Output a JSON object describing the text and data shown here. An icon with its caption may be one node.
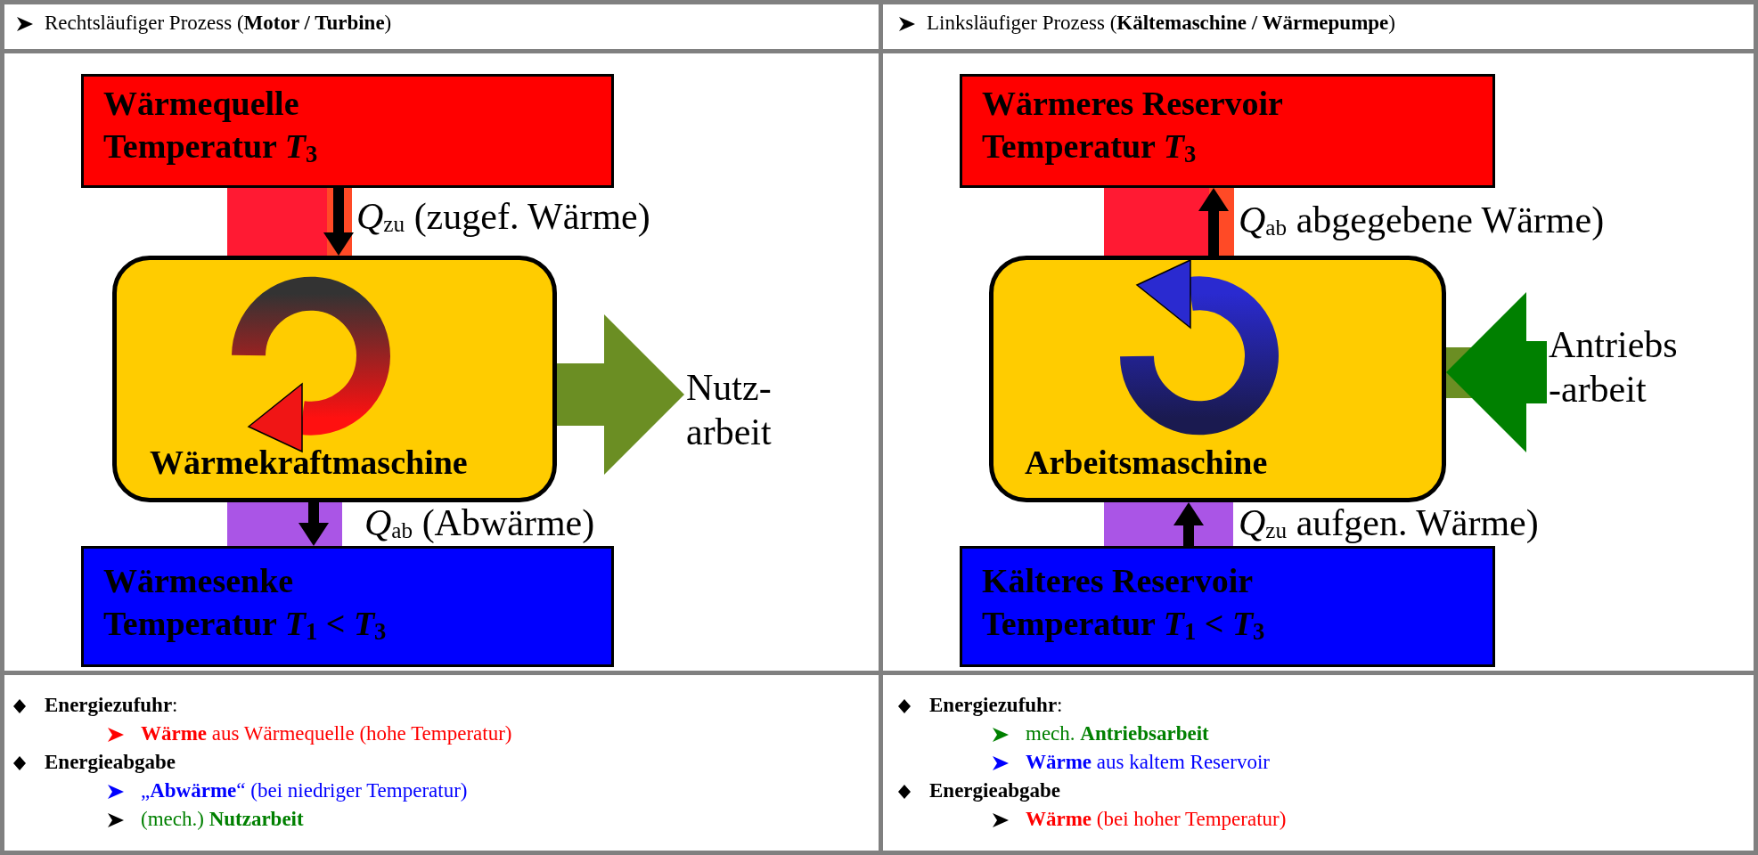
{
  "diagram": {
    "nodes": [
      {
        "text": [
          "Wärmequelle",
          "Temperatur *T*$_{3}$"
        ]
      },
      {
        "text": [
          "Wärmekraftmaschine"
        ]
      },
      {
        "text": [
          "Wärmesenke",
          "Temperatur *T*$_{1}$ < *T*$_{3}$"
        ]
      },
      {
        "text": [
          "Nutz- arbeit"
        ]
      },
      {
        "text": [
          "**Wärmeres** Reservoir",
          "Temperatur *T*$_{3}$"
        ]
      },
      {
        "text": [
          "Arbeitsmaschine"
        ]
      },
      {
        "text": [
          "Kälteres Reservoir",
          "Temperatur *T*$_{1}$ < *T*$_{3}$"
        ]
      },
      {
        "text": [
          "Antriebs -arbeit"
        ]
      }
    ],
    "edges": [
      {
        "from": 0,
        "to": 1,
        "arrow": "to",
        "label": "*Q*$_{zu}$ (zugef. Wärme)"
      },
      {
        "from": 1,
        "to": 2,
        "arrow": "to",
        "label": "*Q*$_{ab}$ (Abwärme)"
      },
      {
        "from": 1,
        "to": 3,
        "arrow": "to",
        "style": "thick",
        "color": "#6b8e23"
      },
      {
        "from": 5,
        "to": 4,
        "arrow": "to",
        "label": "*Q*$_{ab}$ abgegebene Wärme)"
      },
      {
        "from": 6,
        "to": 5,
        "arrow": "to",
        "label": "*Q*$_{zu}$ aufgen. Wärme)"
      },
      {
        "from": 7,
        "to": 5,
        "arrow": "to",
        "style": "thick",
        "color": "#008000"
      }
    ],
    "labels": [
      "Rechtsläufiger Prozess (**Motor / Turbine**)",
      "Linksläufiger Prozess (**Kältemaschine / Wärmepumpe**)",
      "**Energiezufuhr**:",
      "**Wärme** aus Wärmequelle (hohe Temperatur)",
      "**Energieabgabe**",
      "„**Abwärme**“ (bei niedriger Temperatur)",
      "(mech.) **Nutzarbeit**",
      "**Energiezufuhr**:",
      "mech. **Antriebsarbeit**",
      "**Wärme** aus kaltem Reservoir",
      "**Energieabgabe**",
      "**Wärme** (bei hoher Temperatur)"
    ]
  }
}
